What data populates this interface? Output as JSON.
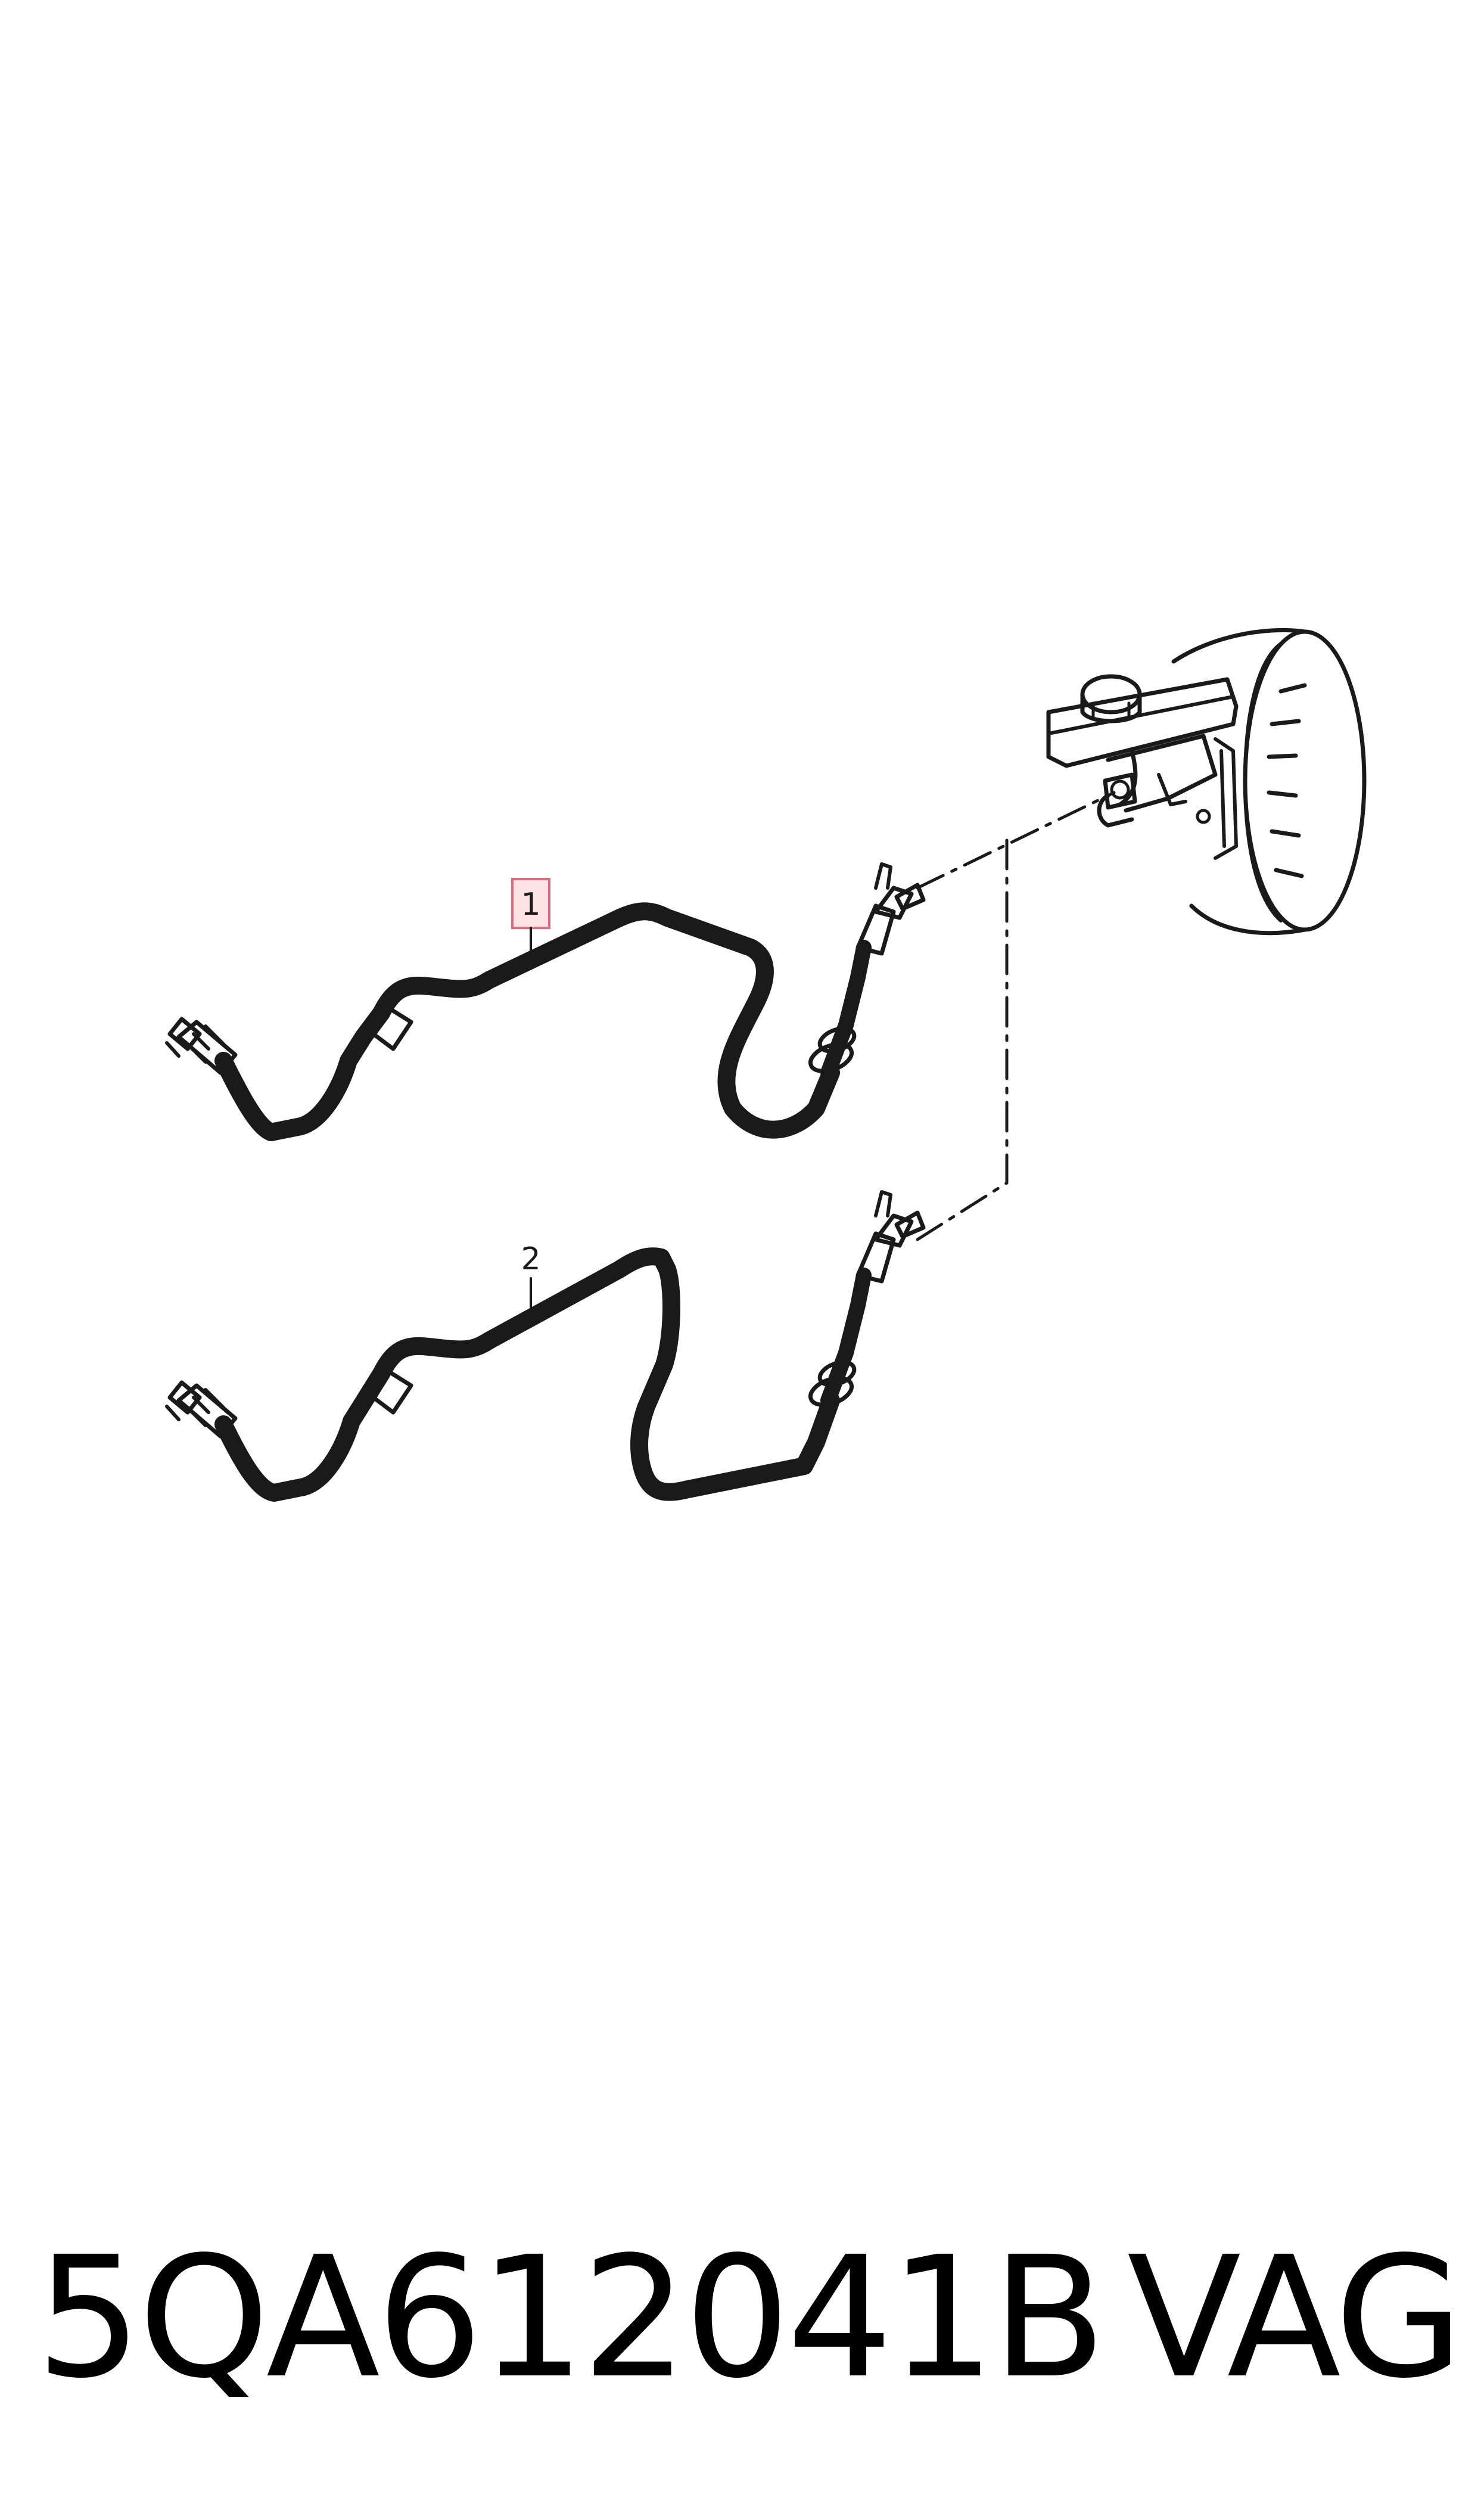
{
  "callouts": [
    {
      "label": "1",
      "highlighted": true
    },
    {
      "label": "2",
      "highlighted": false
    }
  ],
  "footer": {
    "part_number": "5QA612041B",
    "brand": "VAG"
  },
  "colors": {
    "line": "#1a1a1a",
    "highlight_fill": "#fde3e6",
    "highlight_border": "#e06b7a"
  }
}
